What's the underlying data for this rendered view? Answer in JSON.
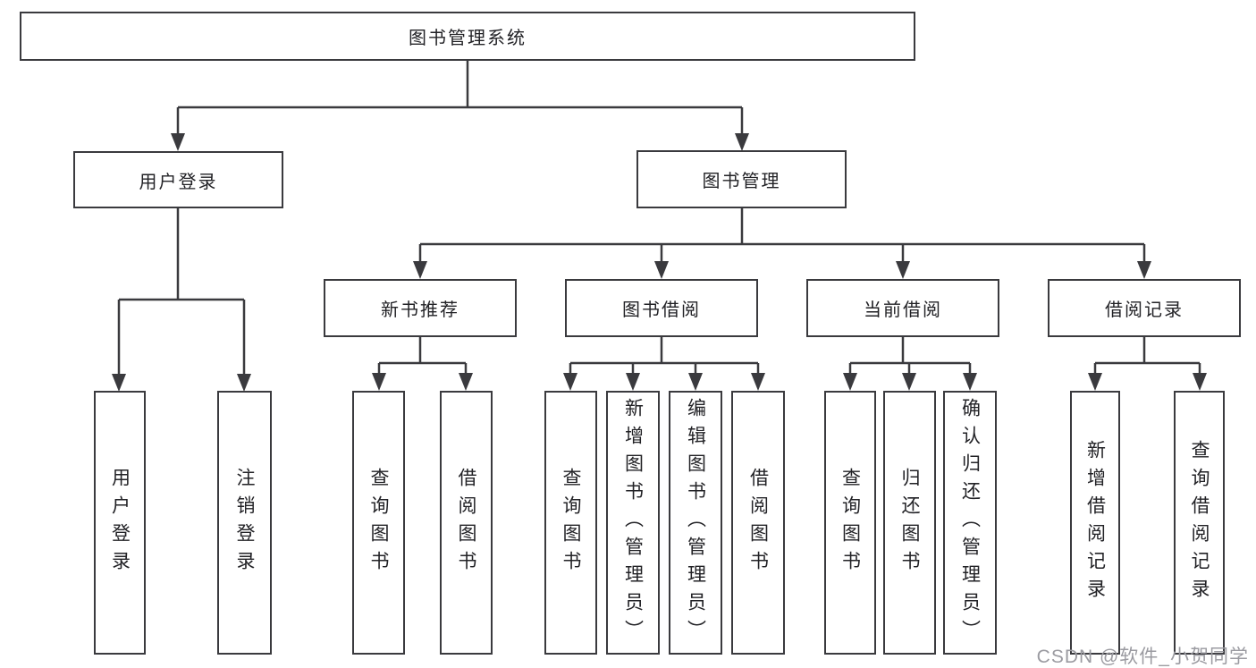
{
  "diagram": {
    "title_node": {
      "label": "图书管理系统"
    },
    "level2": [
      {
        "label": "用户登录"
      },
      {
        "label": "图书管理"
      }
    ],
    "level3": [
      {
        "label": "新书推荐",
        "parent": "图书管理"
      },
      {
        "label": "图书借阅",
        "parent": "图书管理"
      },
      {
        "label": "当前借阅",
        "parent": "图书管理"
      },
      {
        "label": "借阅记录",
        "parent": "图书管理"
      }
    ],
    "leaves": [
      {
        "label": "用户登录",
        "parent": "用户登录"
      },
      {
        "label": "注销登录",
        "parent": "用户登录"
      },
      {
        "label": "查询图书",
        "parent": "新书推荐"
      },
      {
        "label": "借阅图书",
        "parent": "新书推荐"
      },
      {
        "label": "查询图书",
        "parent": "图书借阅"
      },
      {
        "label": "新增图书（管理员）",
        "parent": "图书借阅"
      },
      {
        "label": "编辑图书（管理员）",
        "parent": "图书借阅"
      },
      {
        "label": "借阅图书",
        "parent": "图书借阅"
      },
      {
        "label": "查询图书",
        "parent": "当前借阅"
      },
      {
        "label": "归还图书",
        "parent": "当前借阅"
      },
      {
        "label": "确认归还（管理员）",
        "parent": "当前借阅"
      },
      {
        "label": "新增借阅记录",
        "parent": "借阅记录"
      },
      {
        "label": "查询借阅记录",
        "parent": "借阅记录"
      }
    ],
    "line_color": "#3a3a3e"
  },
  "watermark": {
    "text": "CSDN @软件_小贺同学"
  }
}
